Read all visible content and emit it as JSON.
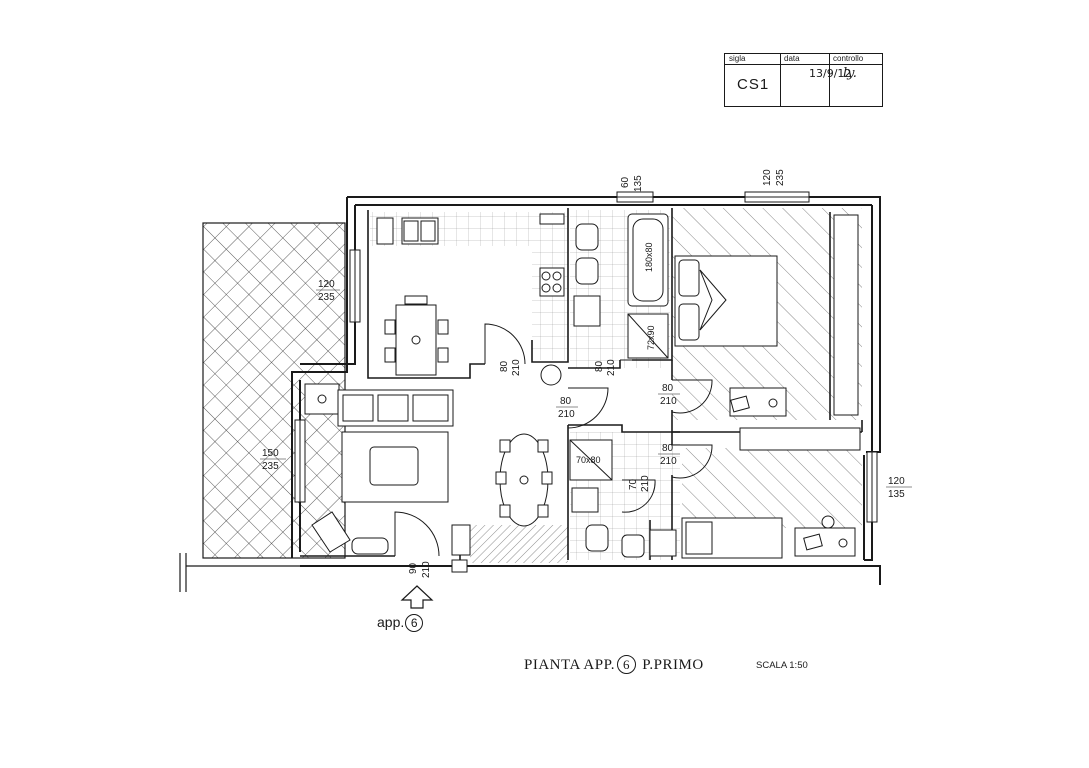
{
  "stamp": {
    "sigla_label": "sigla",
    "data_label": "data",
    "controllo_label": "controllo",
    "sigla_value": "CS1",
    "data_value": "13/9/12",
    "controllo_value": "ly."
  },
  "title": {
    "prefix": "PIANTA APP.",
    "apt_number": "6",
    "suffix": "P.PRIMO",
    "scale": "SCALA 1:50"
  },
  "entry": {
    "label": "app.",
    "number": "6"
  },
  "dimensions": {
    "win_kitchen": [
      "120",
      "235"
    ],
    "win_living": [
      "150",
      "235"
    ],
    "win_bath_top": [
      "60",
      "135"
    ],
    "win_bed_top": [
      "120",
      "235"
    ],
    "win_bed2": [
      "120",
      "135"
    ],
    "door_kitchen": [
      "80",
      "210"
    ],
    "door_living": [
      "80",
      "210"
    ],
    "door_bath1": [
      "80",
      "210"
    ],
    "door_bed1": [
      "80",
      "210"
    ],
    "door_bed2": [
      "80",
      "210"
    ],
    "door_bath2": [
      "70",
      "210"
    ],
    "door_entry": [
      "90",
      "210"
    ]
  },
  "fixtures": {
    "bathtub": "180x80",
    "shower1": "72x90",
    "shower2": "70x80"
  },
  "colors": {
    "ink": "#1a1a1a",
    "paper": "#ffffff"
  }
}
